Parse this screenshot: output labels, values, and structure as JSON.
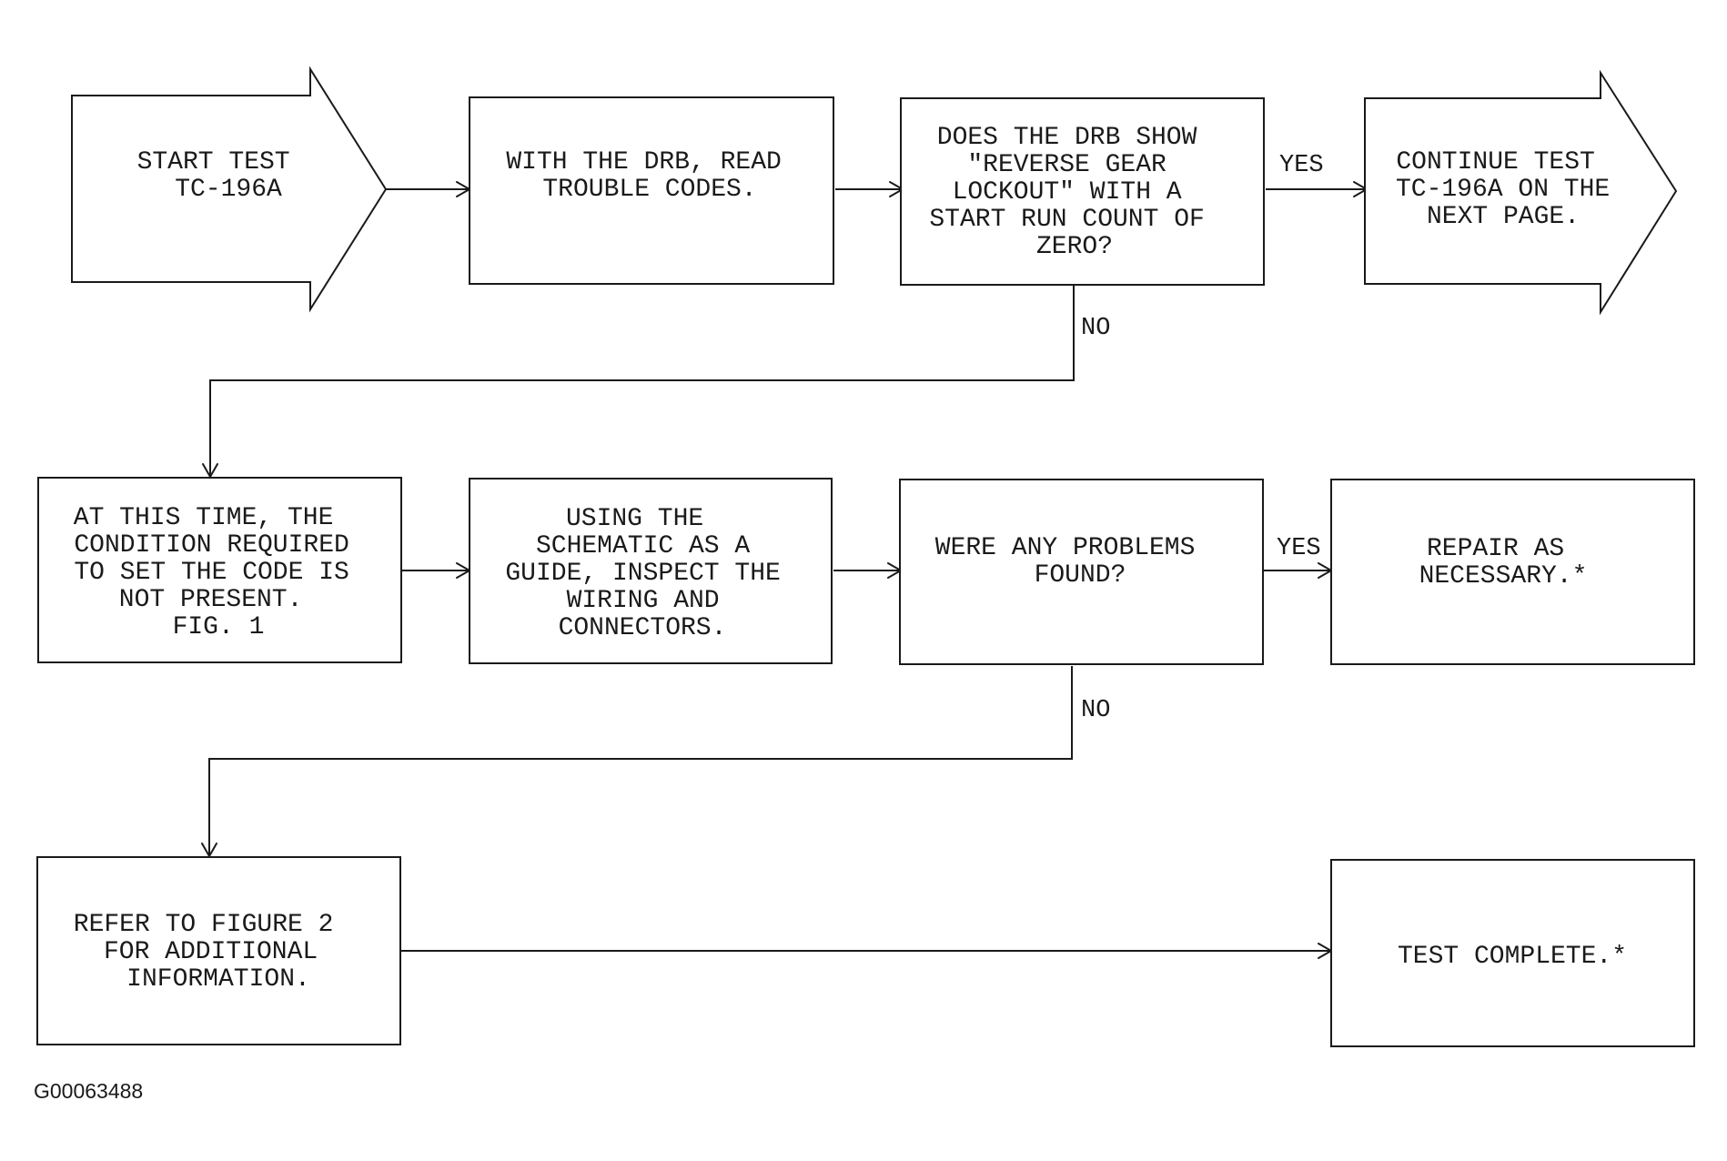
{
  "nodes": [
    {
      "id": "start",
      "lines": [
        "START TEST",
        "TC-196A"
      ]
    },
    {
      "id": "read-codes",
      "lines": [
        "WITH THE DRB, READ",
        "TROUBLE CODES."
      ]
    },
    {
      "id": "q-lockout",
      "lines": [
        "DOES THE DRB SHOW",
        "\"REVERSE GEAR",
        "LOCKOUT\" WITH A",
        "START RUN COUNT OF",
        "ZERO?"
      ]
    },
    {
      "id": "continue",
      "lines": [
        "CONTINUE TEST",
        "TC-196A ON THE",
        "NEXT PAGE."
      ]
    },
    {
      "id": "not-present",
      "lines": [
        "AT THIS TIME, THE",
        "CONDITION REQUIRED",
        "TO SET THE CODE IS",
        "NOT PRESENT.",
        "FIG. 1"
      ]
    },
    {
      "id": "inspect",
      "lines": [
        "USING THE",
        "SCHEMATIC AS A",
        "GUIDE, INSPECT THE",
        "WIRING AND",
        "CONNECTORS."
      ]
    },
    {
      "id": "q-problems",
      "lines": [
        "WERE ANY PROBLEMS",
        "FOUND?"
      ]
    },
    {
      "id": "repair",
      "lines": [
        "REPAIR AS",
        "NECESSARY.*"
      ]
    },
    {
      "id": "refer",
      "lines": [
        "REFER TO FIGURE 2",
        "FOR ADDITIONAL",
        "INFORMATION."
      ]
    },
    {
      "id": "complete",
      "lines": [
        "TEST COMPLETE.*"
      ]
    }
  ],
  "edge_labels": {
    "lockout_yes": "YES",
    "lockout_no": "NO",
    "problems_yes": "YES",
    "problems_no": "NO"
  },
  "figure_id": "G00063488"
}
